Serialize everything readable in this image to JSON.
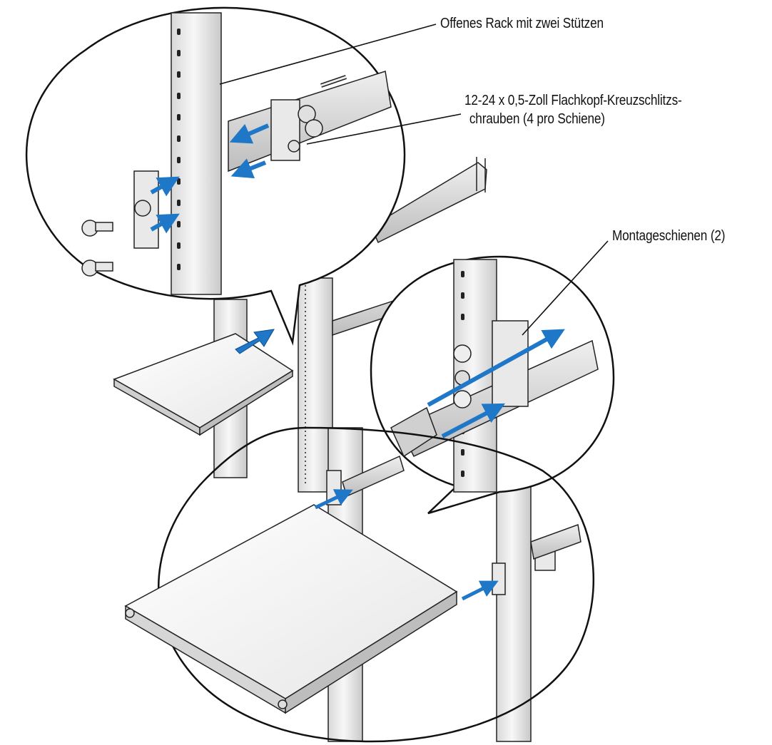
{
  "callouts": {
    "rack": "Offenes Rack mit zwei Stützen",
    "screws_line1": "12-24 x 0,5-Zoll Flachkopf-Kreuzschlitzs-",
    "screws_line2": "chrauben (4 pro Schiene)",
    "rails": "Montageschienen (2)"
  },
  "colors": {
    "line": "#111111",
    "metal_light": "#f2f2f2",
    "metal_mid": "#d4d4d4",
    "metal_dark": "#9a9a9a",
    "arrow": "#1f77c8"
  }
}
